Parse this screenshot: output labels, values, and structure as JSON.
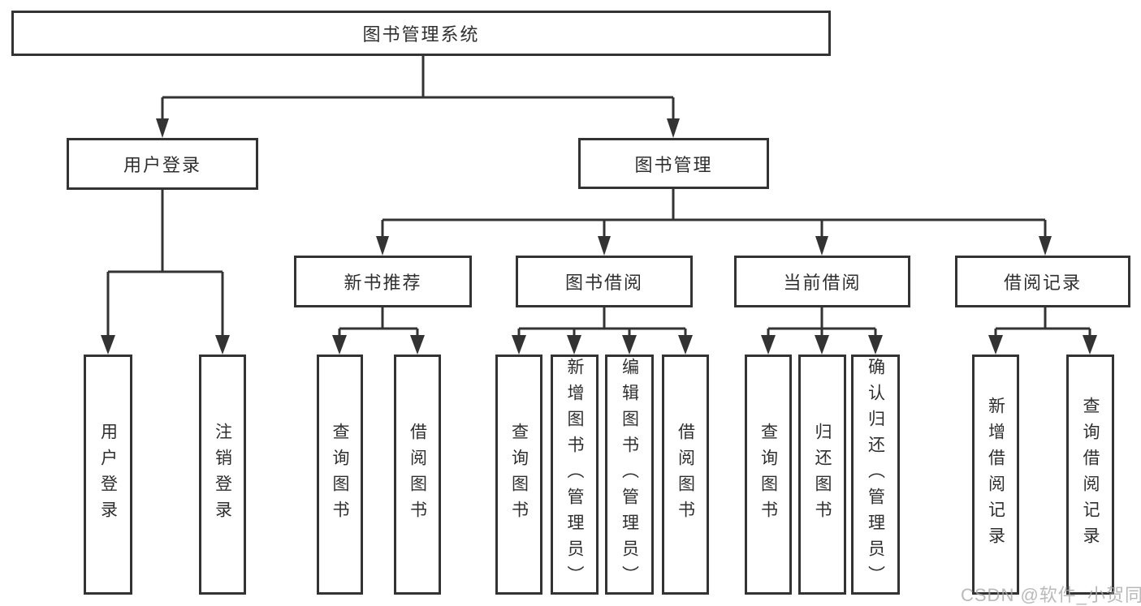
{
  "tree": {
    "root": {
      "label": "图书管理系统"
    },
    "children": [
      {
        "label": "用户登录",
        "children": [
          {
            "label": "用户登录"
          },
          {
            "label": "注销登录"
          }
        ]
      },
      {
        "label": "图书管理",
        "children": [
          {
            "label": "新书推荐",
            "children": [
              {
                "label": "查询图书"
              },
              {
                "label": "借阅图书"
              }
            ]
          },
          {
            "label": "图书借阅",
            "children": [
              {
                "label": "查询图书"
              },
              {
                "label": "新增图书（管理员）"
              },
              {
                "label": "编辑图书（管理员）"
              },
              {
                "label": "借阅图书"
              }
            ]
          },
          {
            "label": "当前借阅",
            "children": [
              {
                "label": "查询图书"
              },
              {
                "label": "归还图书"
              },
              {
                "label": "确认归还（管理员）"
              }
            ]
          },
          {
            "label": "借阅记录",
            "children": [
              {
                "label": "新增借阅记录"
              },
              {
                "label": "查询借阅记录"
              }
            ]
          }
        ]
      }
    ]
  },
  "watermark": {
    "text": "CSDN @软件_小贺同学"
  },
  "colors": {
    "line": "#333333",
    "text": "#2f2f2f",
    "box_background": "#ffffff",
    "watermark": "#a8a8a8"
  }
}
